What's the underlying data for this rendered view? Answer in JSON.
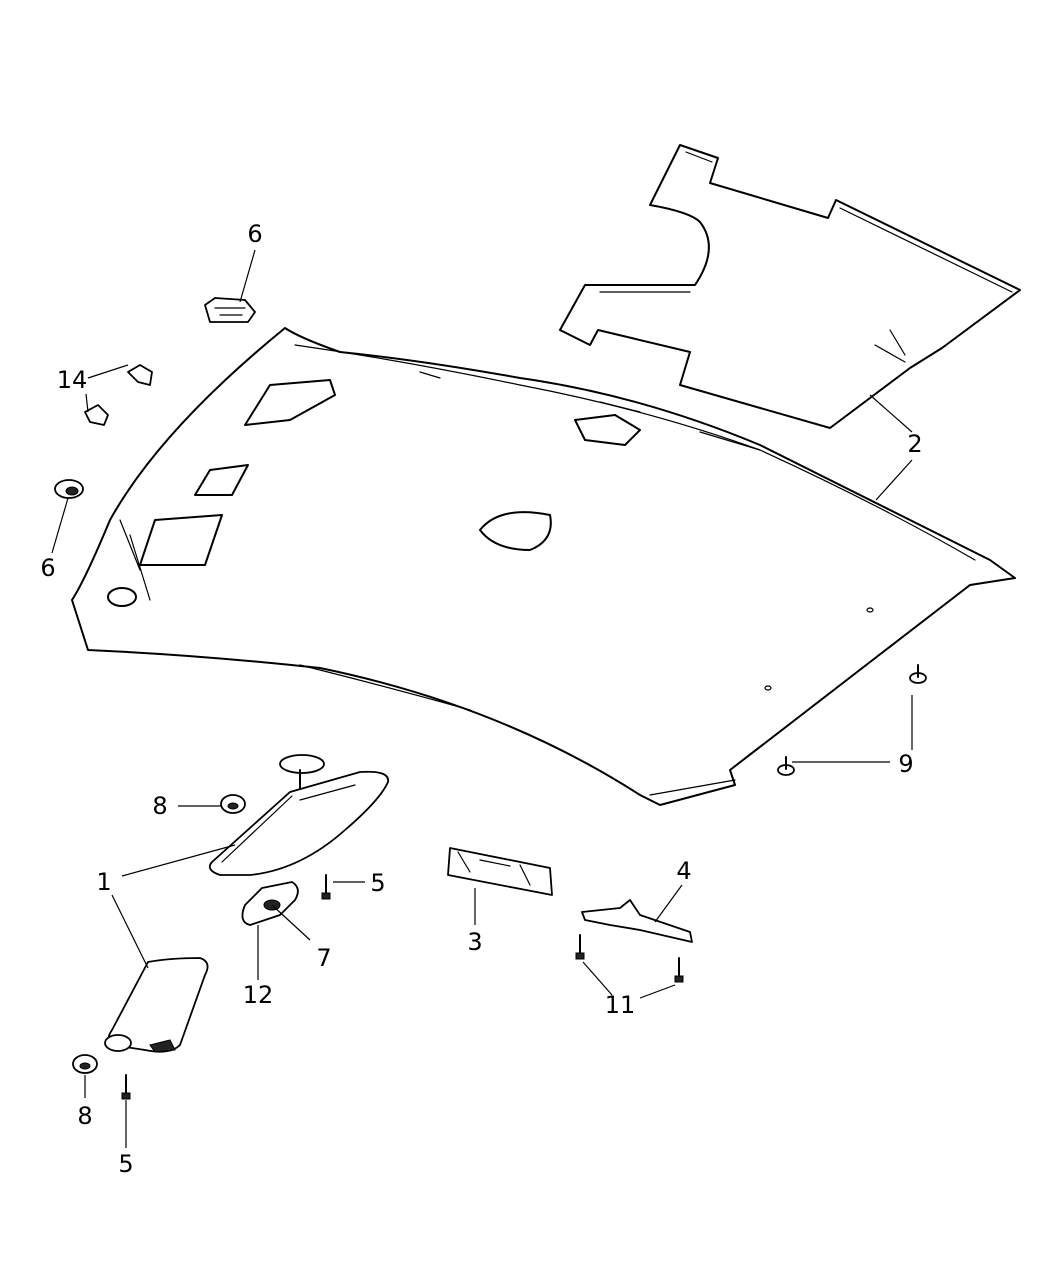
{
  "callouts": {
    "c1": "1",
    "c2a": "2",
    "c2b": "2",
    "c3": "3",
    "c4": "4",
    "c5a": "5",
    "c5b": "5",
    "c6a": "6",
    "c6b": "6",
    "c7": "7",
    "c8a": "8",
    "c8b": "8",
    "c9": "9",
    "c11": "11",
    "c12": "12",
    "c14": "14"
  }
}
